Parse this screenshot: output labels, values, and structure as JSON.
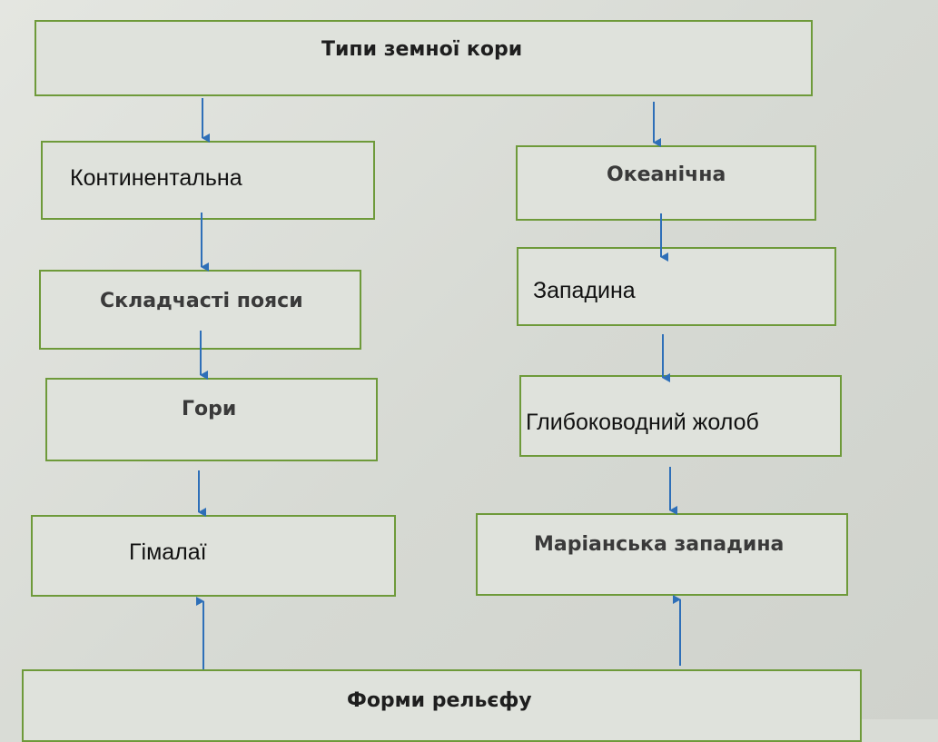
{
  "diagram": {
    "root": "Типи земної кори",
    "left": {
      "type": "Континентальна",
      "structure": "Складчасті пояси",
      "landform": "Гори",
      "example": "Гімалаї"
    },
    "right": {
      "type": "Океанічна",
      "structure": "Западина",
      "landform": "Глибоководний жолоб",
      "example": "Маріанська западина"
    },
    "bottom": "Форми рельєфу"
  },
  "colors": {
    "box_border": "#6e9a3a",
    "arrow": "#2e6fb8"
  }
}
